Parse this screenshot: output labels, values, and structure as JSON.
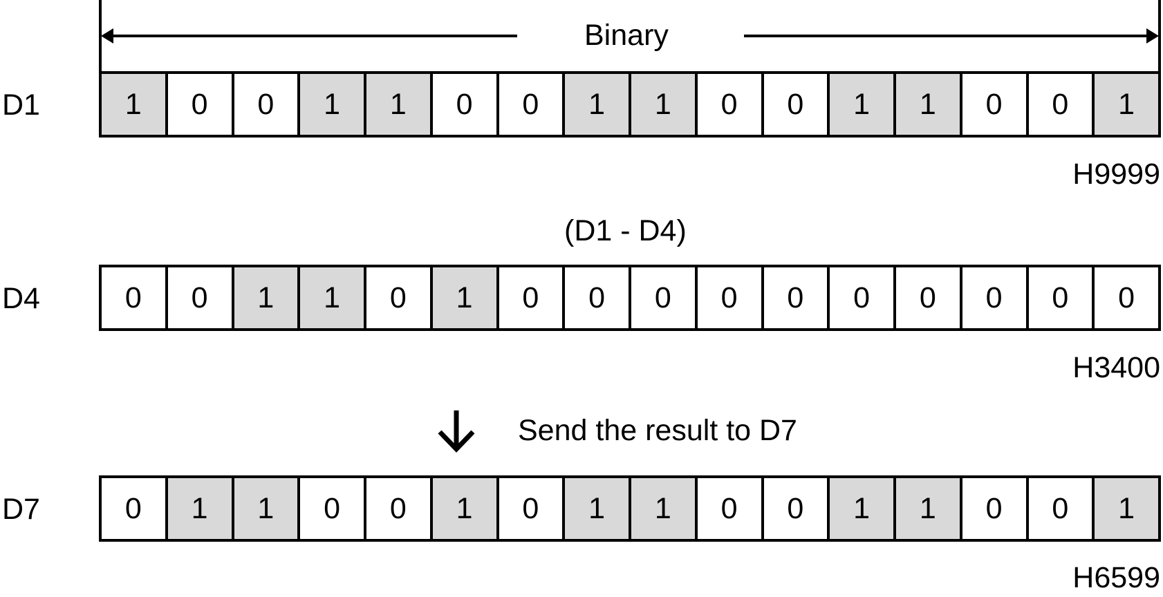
{
  "header_label": "Binary",
  "rows": [
    {
      "label": "D1",
      "bits": [
        1,
        0,
        0,
        1,
        1,
        0,
        0,
        1,
        1,
        0,
        0,
        1,
        1,
        0,
        0,
        1
      ],
      "hex": "H9999"
    },
    {
      "label": "D4",
      "bits": [
        0,
        0,
        1,
        1,
        0,
        1,
        0,
        0,
        0,
        0,
        0,
        0,
        0,
        0,
        0,
        0
      ],
      "hex": "H3400"
    },
    {
      "label": "D7",
      "bits": [
        0,
        1,
        1,
        0,
        0,
        1,
        0,
        1,
        1,
        0,
        0,
        1,
        1,
        0,
        0,
        1
      ],
      "hex": "H6599"
    }
  ],
  "operation_label": "(D1 - D4)",
  "result_label": "Send the result to D7",
  "colors": {
    "set_bit": "#d9d9d9",
    "clear_bit": "#ffffff"
  }
}
